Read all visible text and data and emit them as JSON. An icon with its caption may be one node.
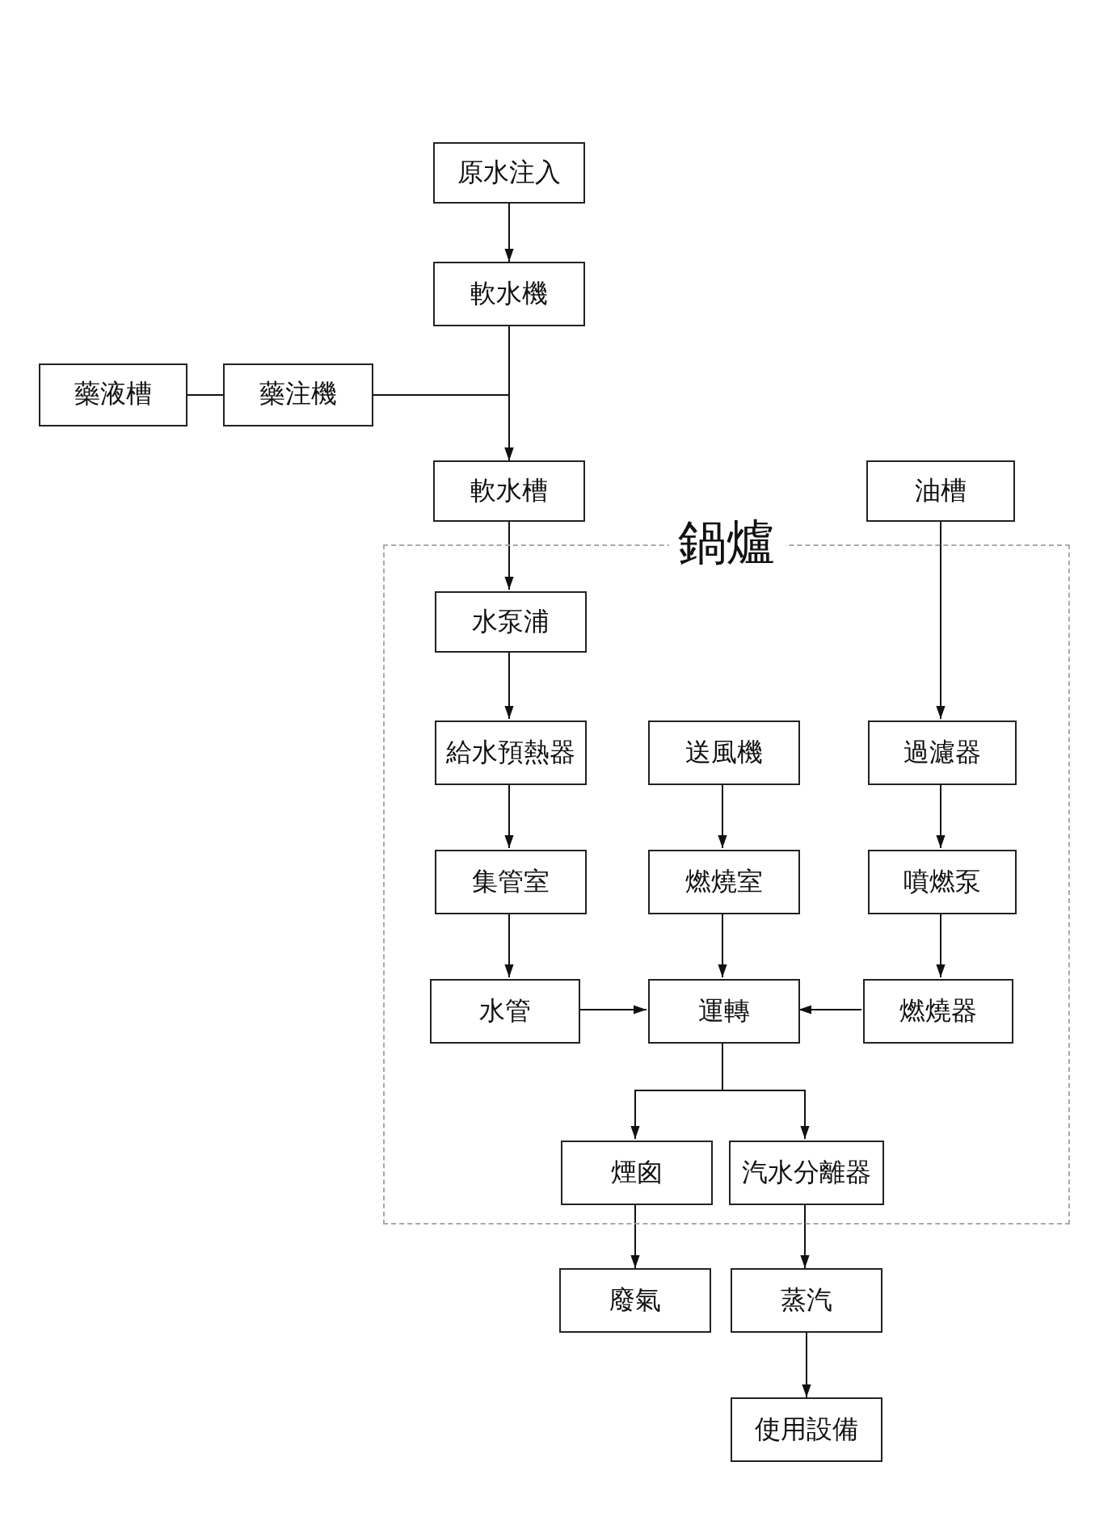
{
  "diagram": {
    "nodes": [
      {
        "text": [
          "原水注入"
        ]
      },
      {
        "text": [
          "軟水機"
        ]
      },
      {
        "text": [
          "藥液槽"
        ]
      },
      {
        "text": [
          "藥注機"
        ]
      },
      {
        "text": [
          "軟水槽"
        ]
      },
      {
        "text": [
          "油槽"
        ]
      },
      {
        "text": [
          "鍋爐"
        ]
      },
      {
        "text": [
          "水泵浦"
        ],
        "in": 6
      },
      {
        "text": [
          "給水預熱器"
        ],
        "in": 6
      },
      {
        "text": [
          "送風機"
        ],
        "in": 6
      },
      {
        "text": [
          "過濾器"
        ],
        "in": 6
      },
      {
        "text": [
          "集管室"
        ],
        "in": 6
      },
      {
        "text": [
          "燃燒室"
        ],
        "in": 6
      },
      {
        "text": [
          "噴燃泵"
        ],
        "in": 6
      },
      {
        "text": [
          "水管"
        ],
        "in": 6
      },
      {
        "text": [
          "運轉"
        ],
        "in": 6
      },
      {
        "text": [
          "燃燒器"
        ],
        "in": 6
      },
      {
        "text": [
          "煙囪"
        ],
        "in": 6
      },
      {
        "text": [
          "汽水分離器"
        ],
        "in": 6
      },
      {
        "text": [
          "廢氣"
        ]
      },
      {
        "text": [
          "蒸汽"
        ]
      },
      {
        "text": [
          "使用設備"
        ]
      }
    ],
    "edges": [
      {
        "from": 0,
        "to": 1,
        "arrow": "to"
      },
      {
        "from": 1,
        "to": 4,
        "arrow": "to"
      },
      {
        "from": 2,
        "to": 3,
        "arrow": "none"
      },
      {
        "from": 3,
        "to": 4,
        "arrow": "to"
      },
      {
        "from": 4,
        "to": 7,
        "arrow": "to"
      },
      {
        "from": 7,
        "to": 8,
        "arrow": "to"
      },
      {
        "from": 8,
        "to": 11,
        "arrow": "to"
      },
      {
        "from": 11,
        "to": 14,
        "arrow": "to"
      },
      {
        "from": 14,
        "to": 15,
        "arrow": "to"
      },
      {
        "from": 9,
        "to": 12,
        "arrow": "to"
      },
      {
        "from": 12,
        "to": 15,
        "arrow": "to"
      },
      {
        "from": 5,
        "to": 10,
        "arrow": "to"
      },
      {
        "from": 10,
        "to": 13,
        "arrow": "to"
      },
      {
        "from": 13,
        "to": 16,
        "arrow": "to"
      },
      {
        "from": 16,
        "to": 15,
        "arrow": "to"
      },
      {
        "from": 15,
        "to": 17,
        "arrow": "to"
      },
      {
        "from": 15,
        "to": 18,
        "arrow": "to"
      },
      {
        "from": 17,
        "to": 19,
        "arrow": "to"
      },
      {
        "from": 18,
        "to": 20,
        "arrow": "to"
      },
      {
        "from": 20,
        "to": 21,
        "arrow": "to"
      }
    ]
  }
}
